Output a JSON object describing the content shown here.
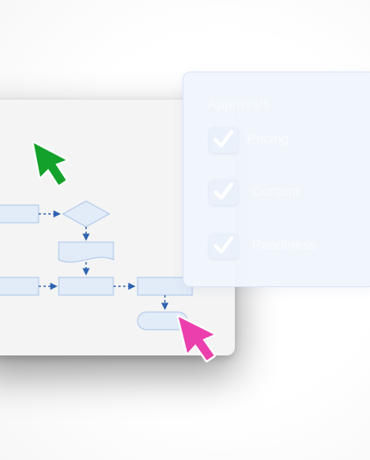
{
  "approvals": {
    "title": "Approvals",
    "items": [
      {
        "label": "Pricing",
        "checked": true
      },
      {
        "label": "Content",
        "checked": true
      },
      {
        "label": "Readiness",
        "checked": true
      }
    ]
  },
  "colors": {
    "node_fill": "#e2ebf8",
    "node_stroke": "#a9c4ea",
    "connector": "#2f63b0",
    "cursor_green": "#14a12b",
    "cursor_pink": "#ec3fae"
  },
  "icons": {
    "check": "check-icon",
    "green_cursor": "arrow-cursor-icon",
    "pink_cursor": "arrow-cursor-icon"
  }
}
